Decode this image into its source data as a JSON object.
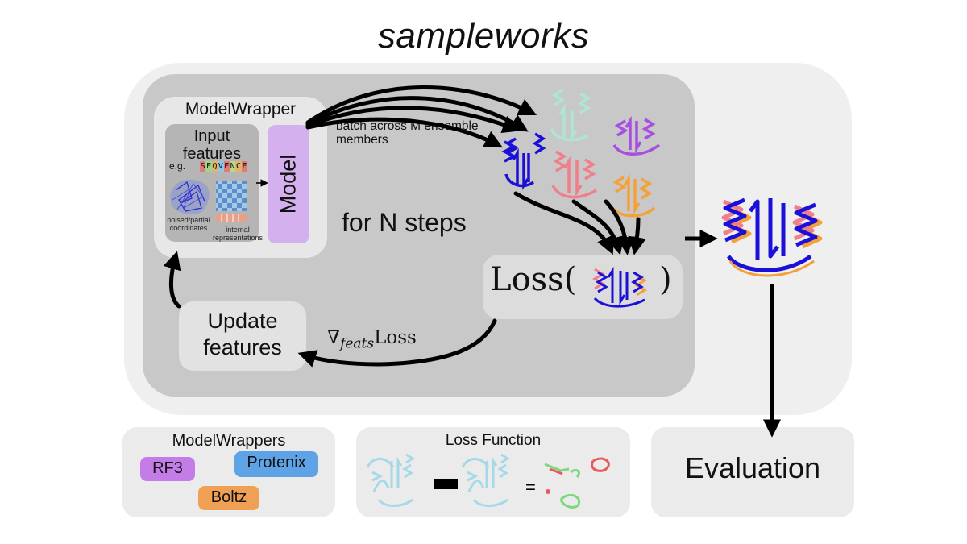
{
  "title": "sampleworks",
  "model_wrapper": {
    "title": "ModelWrapper",
    "input_title": "Input features",
    "eg_label": "e.g.",
    "sequence": [
      "S",
      "E",
      "Q",
      "V",
      "E",
      "N",
      "C",
      "E"
    ],
    "sequence_colors": [
      "#e27a7a",
      "#9fd48b",
      "#e2b36b",
      "#8fc7e6",
      "#e27a7a",
      "#b7d98a",
      "#e2b36b",
      "#e27a7a"
    ],
    "coords_label": "noised/partial coordinates",
    "internal_label": "internal representations",
    "model_label": "Model"
  },
  "batch_label": "batch across M ensemble members",
  "steps_label": "for N steps",
  "loss_label": "Loss(",
  "loss_close": ")",
  "update_label": "Update features",
  "gradient": {
    "nabla": "∇",
    "subscript": "feats",
    "term": "Loss"
  },
  "bottom": {
    "model_wrappers_title": "ModelWrappers",
    "wrappers": [
      "RF3",
      "Protenix",
      "Boltz"
    ],
    "wrapper_colors": [
      "#c47de6",
      "#5ea3e6",
      "#f0a054"
    ],
    "loss_function_title": "Loss Function",
    "evaluation_title": "Evaluation",
    "minus": "−",
    "equals": "="
  },
  "ensemble_colors": [
    "#1a10d8",
    "#b8ead8",
    "#f07f8a",
    "#a74fe0",
    "#f5a13a"
  ]
}
